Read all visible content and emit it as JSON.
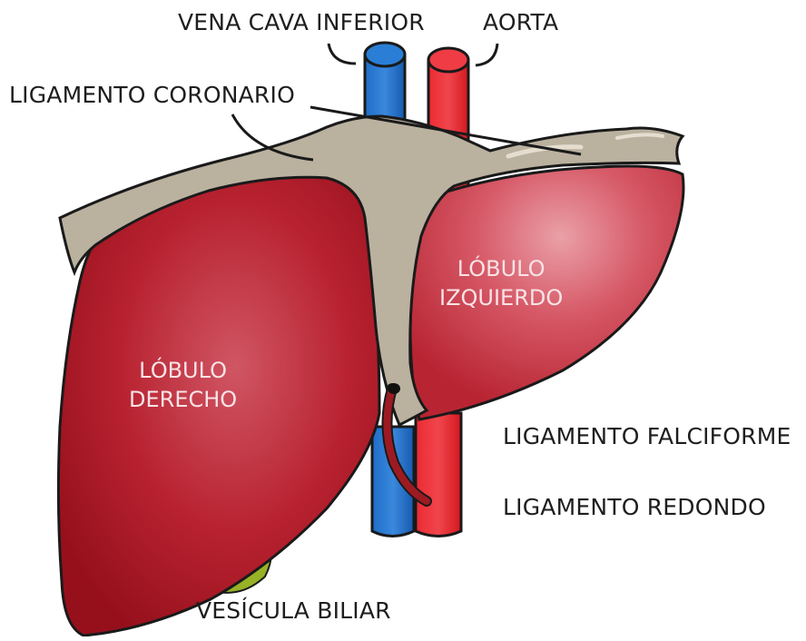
{
  "labels": {
    "vena_cava": "VENA CAVA INFERIOR",
    "aorta": "AORTA",
    "coronary_ligament": "LIGAMENTO CORONARIO",
    "falciform_ligament": "LIGAMENTO FALCIFORME",
    "round_ligament": "LIGAMENTO REDONDO",
    "gallbladder": "VESÍCULA BILIAR",
    "left_lobe": [
      "LÓBULO",
      "IZQUIERDO"
    ],
    "right_lobe": [
      "LÓBULO",
      "DERECHO"
    ]
  },
  "colors": {
    "liver": "#a8101c",
    "liver_highlight": "#d8606c",
    "ligament": "#bbb2a0",
    "vena_cava": "#1e6fc8",
    "aorta": "#e3202a",
    "gallbladder": "#94b024",
    "round_ligament": "#9c1820",
    "outline": "#1a1a1a"
  }
}
